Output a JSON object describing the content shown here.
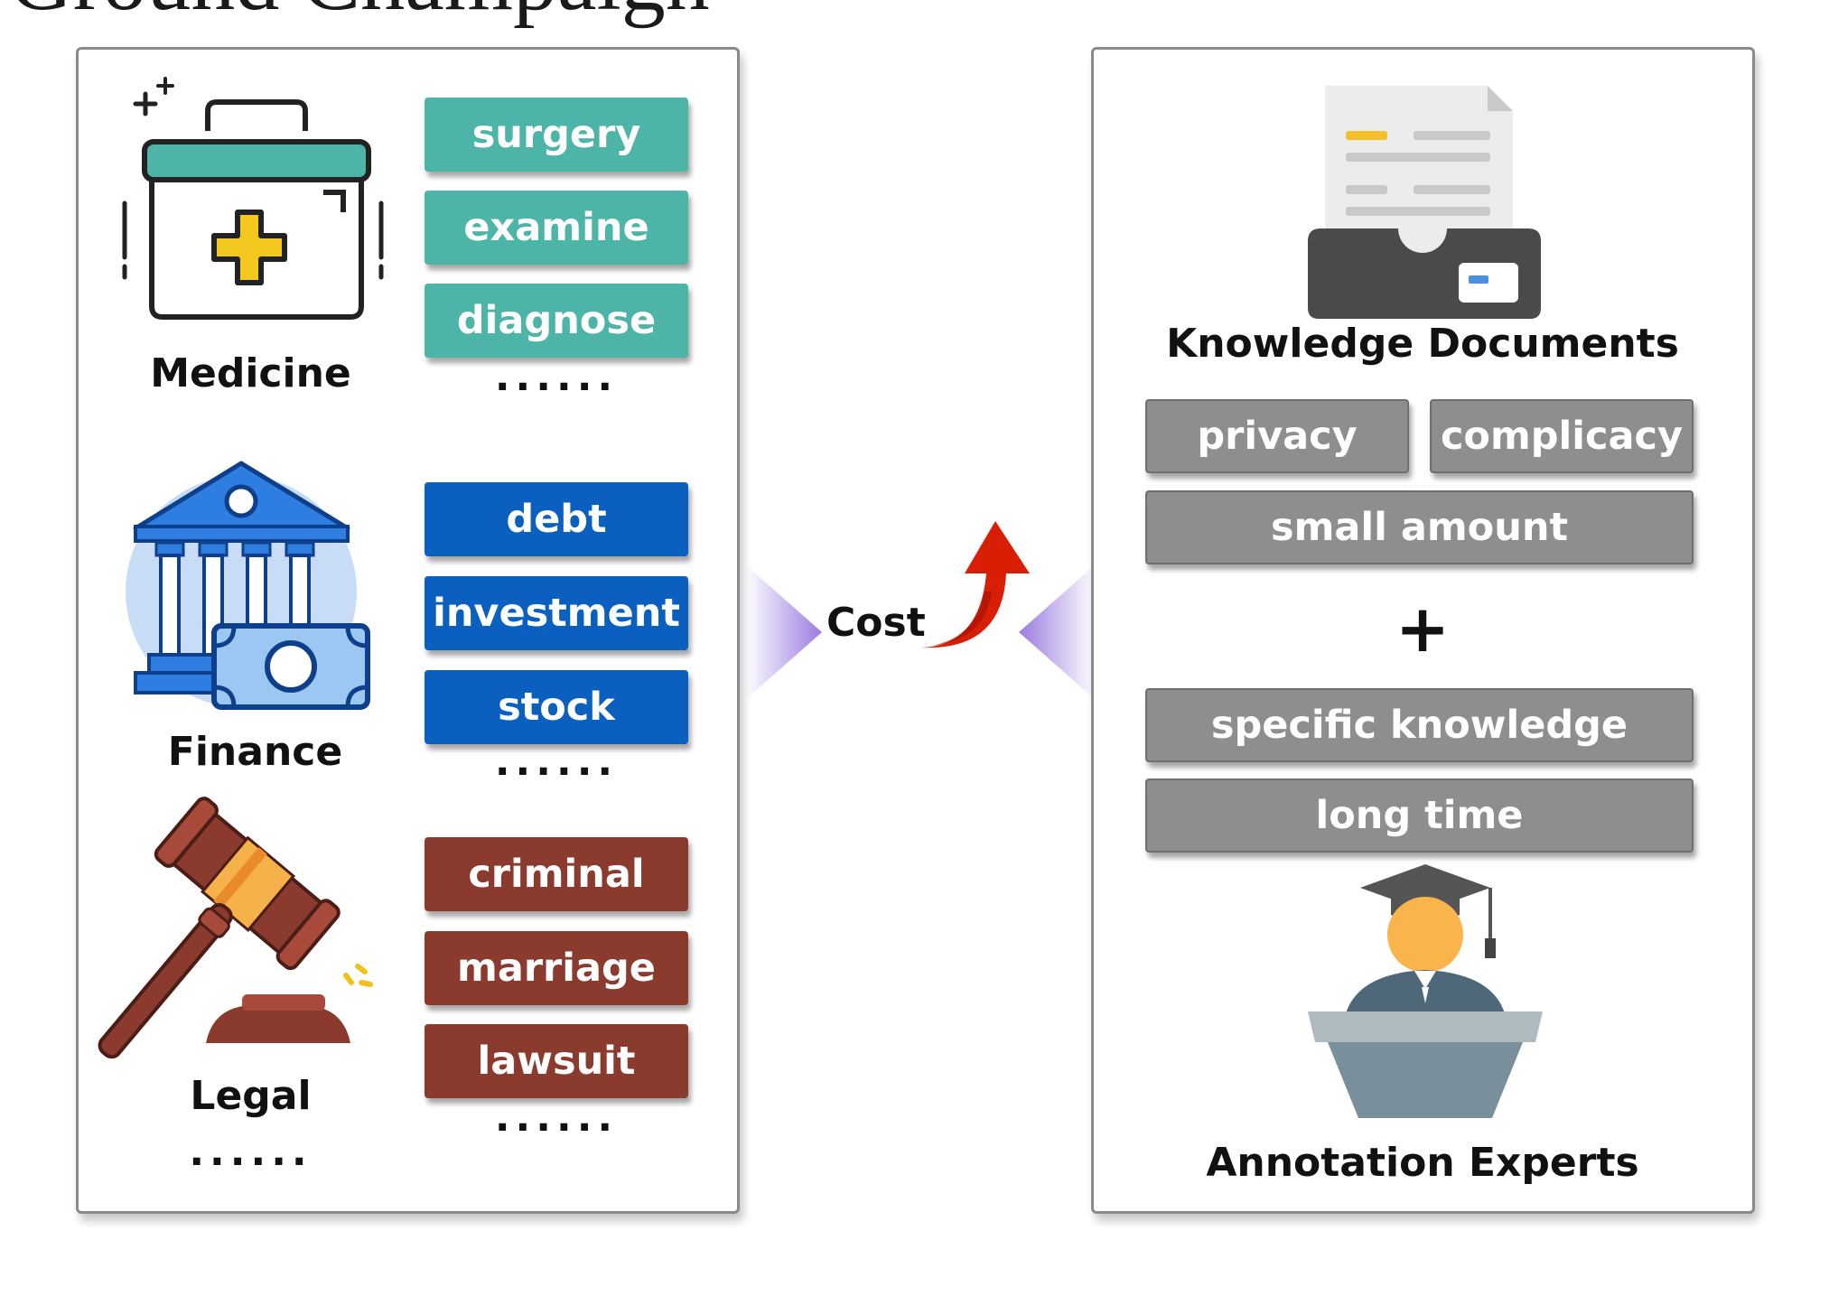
{
  "header": {
    "cut_title": "Ground Champaign"
  },
  "left_panel": {
    "domains": [
      {
        "label": "Medicine",
        "terms": [
          "surgery",
          "examine",
          "diagnose"
        ],
        "more": "......",
        "color": "#4cb5a8",
        "icon": "medical-kit-icon"
      },
      {
        "label": "Finance",
        "terms": [
          "debt",
          "investment",
          "stock"
        ],
        "more": "......",
        "color": "#0a5fbf",
        "icon": "bank-icon"
      },
      {
        "label": "Legal",
        "terms": [
          "criminal",
          "marriage",
          "lawsuit"
        ],
        "more": "......",
        "color": "#8a3b2e",
        "icon": "gavel-icon"
      }
    ],
    "more_domains": "......"
  },
  "middle": {
    "cost_label": "Cost"
  },
  "right_panel": {
    "documents": {
      "label": "Knowledge Documents",
      "icon": "document-tray-icon",
      "tags": [
        "privacy",
        "complicacy",
        "small amount"
      ]
    },
    "plus": "+",
    "experts": {
      "label": "Annotation Experts",
      "icon": "expert-lectern-icon",
      "tags": [
        "specific knowledge",
        "long time"
      ]
    }
  },
  "colors": {
    "tag_gray": "#8e8e8e",
    "arrow_red": "#d81e05",
    "chevron_purple": "#9b7be0"
  }
}
